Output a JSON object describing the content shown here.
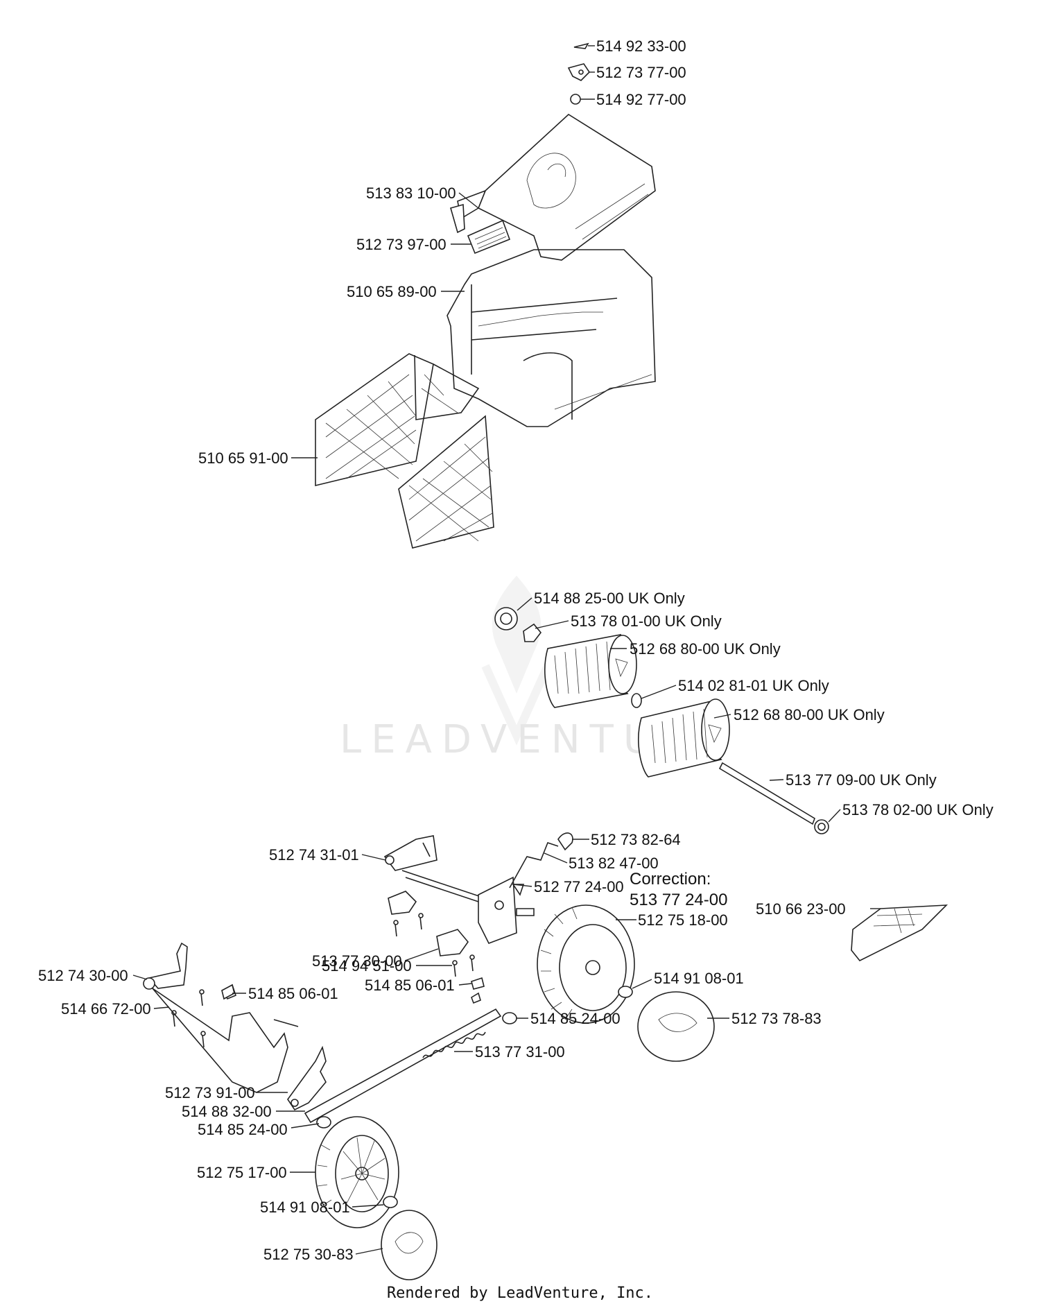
{
  "watermark": {
    "text": "LEADVENTURE",
    "mark": "flame-v-logo"
  },
  "parts": [
    "514 92 33-00",
    "512 73 77-00",
    "514 92 77-00",
    "513 83 10-00",
    "512 73 97-00",
    "510 65 89-00",
    "510 65 91-00",
    "514 88 25-00 UK Only",
    "513 78 01-00 UK Only",
    "512 68 80-00 UK Only",
    "514 02 81-01 UK Only",
    "512 68 80-00 UK Only",
    "513 77 09-00 UK Only",
    "513 78 02-00 UK Only",
    "512 74 31-01",
    "512 73 82-64",
    "513 82 47-00",
    "512 77 24-00",
    "510 66 23-00",
    "513 77 30-00",
    "512 75 18-00",
    "514 94 51-00",
    "512 74 30-00",
    "514 85 06-01",
    "514 85 06-01",
    "514 91 08-01",
    "514 66 72-00",
    "514 85 24-00",
    "512 73 78-83",
    "513 77 31-00",
    "512 73 91-00",
    "514 88 32-00",
    "514 85 24-00",
    "512 75 17-00",
    "514 91 08-01",
    "512 75 30-83"
  ],
  "correction": {
    "line1": "Correction:",
    "line2": "513 77 24-00"
  },
  "footer": "Rendered by LeadVenture, Inc."
}
